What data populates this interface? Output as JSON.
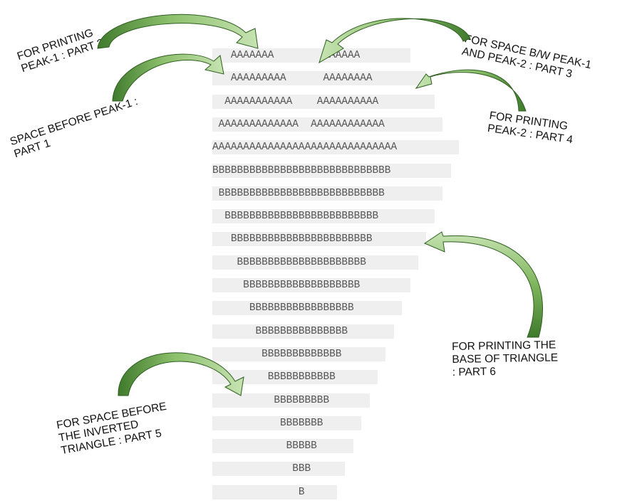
{
  "pattern": {
    "rows": [
      {
        "part1": 3,
        "peak1": "AAAAAAA",
        "part3": 8,
        "peak2": "AAAAAA"
      },
      {
        "part1": 3,
        "peak1": "AAAAAAAAA",
        "part3": 6,
        "peak2": "AAAAAAAA"
      },
      {
        "part1": 2,
        "peak1": "AAAAAAAAAAA",
        "part3": 4,
        "peak2": "AAAAAAAAAA"
      },
      {
        "part1": 1,
        "peak1": "AAAAAAAAAAAAA",
        "part3": 2,
        "peak2": "AAAAAAAAAAAA"
      },
      {
        "part1": 0,
        "peak1": "AAAAAAAAAAAAAAAAAAAAAAAAAAAAAA",
        "part3": 0,
        "peak2": ""
      },
      {
        "part5": 0,
        "base": "BBBBBBBBBBBBBBBBBBBBBBBBBBBBB"
      },
      {
        "part5": 1,
        "base": "BBBBBBBBBBBBBBBBBBBBBBBBBBB"
      },
      {
        "part5": 2,
        "base": "BBBBBBBBBBBBBBBBBBBBBBBBB"
      },
      {
        "part5": 3,
        "base": "BBBBBBBBBBBBBBBBBBBBBBB"
      },
      {
        "part5": 4,
        "base": "BBBBBBBBBBBBBBBBBBBBB"
      },
      {
        "part5": 5,
        "base": "BBBBBBBBBBBBBBBBBBB"
      },
      {
        "part5": 6,
        "base": "BBBBBBBBBBBBBBBBB"
      },
      {
        "part5": 7,
        "base": "BBBBBBBBBBBBBBB"
      },
      {
        "part5": 8,
        "base": "BBBBBBBBBBBBB"
      },
      {
        "part5": 9,
        "base": "BBBBBBBBBBB"
      },
      {
        "part5": 10,
        "base": "BBBBBBBBB"
      },
      {
        "part5": 11,
        "base": "BBBBBBB"
      },
      {
        "part5": 12,
        "base": "BBBBB"
      },
      {
        "part5": 13,
        "base": "BBB"
      },
      {
        "part5": 14,
        "base": "B"
      }
    ]
  },
  "labels": {
    "part1": [
      "SPACE BEFORE PEAK-1 :",
      "PART 1"
    ],
    "part2": [
      "FOR PRINTING",
      "PEAK-1 : PART 2"
    ],
    "part3": [
      "FOR SPACE B/W PEAK-1",
      "AND PEAK-2 : PART 3"
    ],
    "part4": [
      "FOR PRINTING",
      "PEAK-2 : PART 4"
    ],
    "part5": [
      "FOR SPACE BEFORE",
      "THE INVERTED",
      "TRIANGLE : PART 5"
    ],
    "part6": [
      "FOR PRINTING THE",
      "BASE OF TRIANGLE",
      ": PART 6"
    ]
  },
  "colors": {
    "arrow_light": "#a9d18e",
    "arrow_dark": "#3f7a2c",
    "arrow_stroke": "#2e5e20",
    "row_bg": "#efefef",
    "row_text": "#555555"
  }
}
